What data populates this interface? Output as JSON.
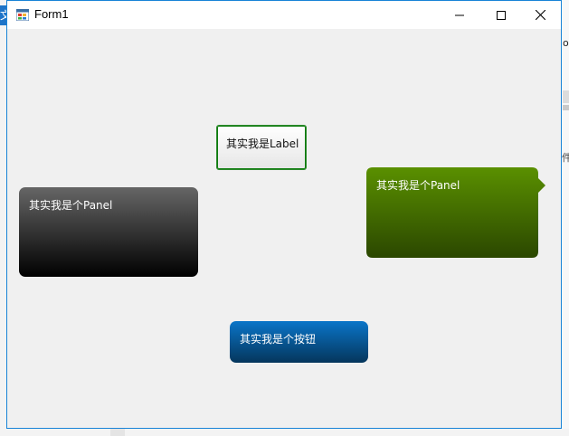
{
  "window": {
    "title": "Form1",
    "border_color": "#1883d7"
  },
  "background_app": {
    "left_edge_char": "文",
    "right_edge_chars": [
      "o",
      "件"
    ]
  },
  "controls": {
    "label": {
      "text": "其实我是Label",
      "border_color": "#0b7a0b"
    },
    "dark_panel": {
      "text": "其实我是个Panel",
      "gradient": [
        "#666666",
        "#000000"
      ]
    },
    "green_panel": {
      "text": "其实我是个Panel",
      "gradient": [
        "#5a9000",
        "#2b4700"
      ]
    },
    "blue_button": {
      "text": "其实我是个按钮",
      "gradient": [
        "#0a75c8",
        "#05365c"
      ]
    }
  },
  "icons": {
    "app": "form-app-icon",
    "minimize": "minimize-icon",
    "maximize": "maximize-icon",
    "close": "close-icon"
  }
}
